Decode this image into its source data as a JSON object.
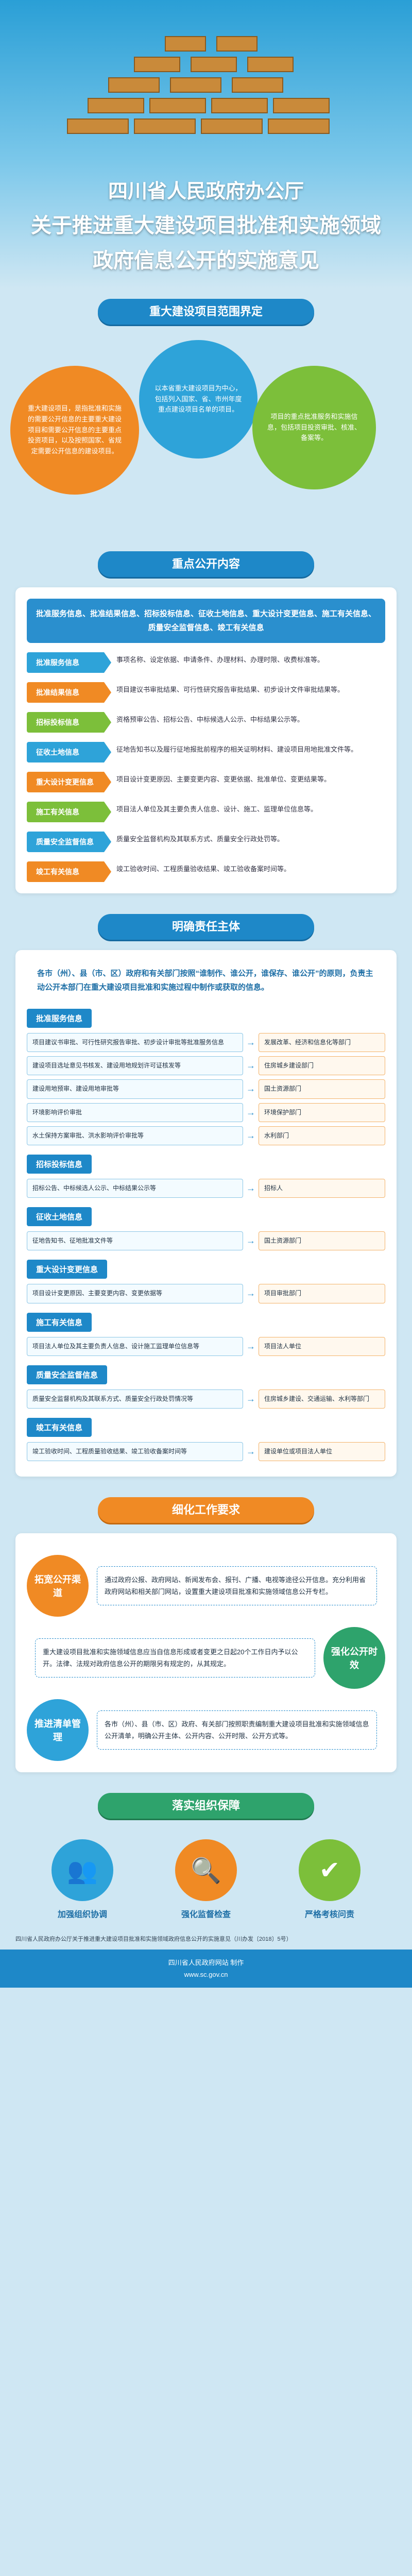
{
  "header": {
    "title_line1": "四川省人民政府办公厅",
    "title_line2": "关于推进重大建设项目批准和实施领域",
    "title_line3": "政府信息公开的实施意见"
  },
  "scope": {
    "banner": "重大建设项目范围界定",
    "bubble1": "重大建设项目，是指批准和实施的需要公开信息的主要重大建设项目和需要公开信息的主要重点投资项目，以及按照国家、省规定需要公开信息的建设项目。",
    "bubble2": "以本省重大建设项目为中心，包括列入国家、省、市州年度重点建设项目名单的项目。",
    "bubble3": "项目的重点批准服务和实施信息，包括项目投资审批、核准、备案等。"
  },
  "content": {
    "banner": "重点公开内容",
    "keywords": "批准服务信息、批准结果信息、招标投标信息、征收土地信息、重大设计变更信息、施工有关信息、质量安全监督信息、竣工有关信息",
    "items": [
      {
        "tag": "批准服务信息",
        "desc": "事项名称、设定依据、申请条件、办理材料、办理时限、收费标准等。"
      },
      {
        "tag": "批准结果信息",
        "desc": "项目建议书审批结果、可行性研究报告审批结果、初步设计文件审批结果等。"
      },
      {
        "tag": "招标投标信息",
        "desc": "资格预审公告、招标公告、中标候选人公示、中标结果公示等。"
      },
      {
        "tag": "征收土地信息",
        "desc": "征地告知书以及履行征地报批前程序的相关证明材料、建设项目用地批准文件等。"
      },
      {
        "tag": "重大设计变更信息",
        "desc": "项目设计变更原因、主要变更内容、变更依据、批准单位、变更结果等。"
      },
      {
        "tag": "施工有关信息",
        "desc": "项目法人单位及其主要负责人信息、设计、施工、监理单位信息等。"
      },
      {
        "tag": "质量安全监督信息",
        "desc": "质量安全监督机构及其联系方式、质量安全行政处罚等。"
      },
      {
        "tag": "竣工有关信息",
        "desc": "竣工验收时间、工程质量验收结果、竣工验收备案时间等。"
      }
    ]
  },
  "responsibility": {
    "banner": "明确责任主体",
    "intro": "各市（州）、县（市、区）政府和有关部门按照“谁制作、谁公开，谁保存、谁公开”的原则，负责主动公开本部门在重大建设项目批准和实施过程中制作或获取的信息。",
    "categories": [
      {
        "title": "批准服务信息",
        "rows": [
          {
            "content": "项目建议书审批、可行性研究报告审批、初步设计审批等批准服务信息",
            "unit": "发展改革、经济和信息化等部门"
          },
          {
            "content": "建设项目选址意见书核发、建设用地规划许可证核发等",
            "unit": "住房城乡建设部门"
          },
          {
            "content": "建设用地预审、建设用地审批等",
            "unit": "国土资源部门"
          },
          {
            "content": "环境影响评价审批",
            "unit": "环境保护部门"
          },
          {
            "content": "水土保持方案审批、洪水影响评价审批等",
            "unit": "水利部门"
          }
        ]
      },
      {
        "title": "招标投标信息",
        "rows": [
          {
            "content": "招标公告、中标候选人公示、中标结果公示等",
            "unit": "招标人"
          }
        ]
      },
      {
        "title": "征收土地信息",
        "rows": [
          {
            "content": "征地告知书、征地批准文件等",
            "unit": "国土资源部门"
          }
        ]
      },
      {
        "title": "重大设计变更信息",
        "rows": [
          {
            "content": "项目设计变更原因、主要变更内容、变更依据等",
            "unit": "项目审批部门"
          }
        ]
      },
      {
        "title": "施工有关信息",
        "rows": [
          {
            "content": "项目法人单位及其主要负责人信息、设计施工监理单位信息等",
            "unit": "项目法人单位"
          }
        ]
      },
      {
        "title": "质量安全监督信息",
        "rows": [
          {
            "content": "质量安全监督机构及其联系方式、质量安全行政处罚情况等",
            "unit": "住房城乡建设、交通运输、水利等部门"
          }
        ]
      },
      {
        "title": "竣工有关信息",
        "rows": [
          {
            "content": "竣工验收时间、工程质量验收结果、竣工验收备案时间等",
            "unit": "建设单位或项目法人单位"
          }
        ]
      }
    ]
  },
  "requirements": {
    "banner": "细化工作要求",
    "blocks": [
      {
        "circle": "拓宽公开渠道",
        "text": "通过政府公报、政府网站、新闻发布会、报刊、广播、电视等途径公开信息。充分利用省政府网站和相关部门网站，设置重大建设项目批准和实施领域信息公开专栏。"
      },
      {
        "circle": "强化公开时效",
        "text": "重大建设项目批准和实施领域信息应当自信息形成或者变更之日起20个工作日内予以公开。法律、法规对政府信息公开的期限另有规定的，从其规定。"
      },
      {
        "circle": "推进清单管理",
        "text": "各市（州）、县（市、区）政府、有关部门按照职责编制重大建设项目批准和实施领域信息公开清单，明确公开主体、公开内容、公开时限、公开方式等。"
      }
    ]
  },
  "guarantee": {
    "banner": "落实组织保障",
    "items": [
      {
        "icon": "people-icon",
        "symbol": "👥",
        "label": "加强组织协调"
      },
      {
        "icon": "magnifier-icon",
        "symbol": "🔍",
        "label": "强化监督检查"
      },
      {
        "icon": "check-icon",
        "symbol": "✔",
        "label": "严格考核问责"
      }
    ]
  },
  "footer": {
    "note": "四川省人民政府办公厅关于推进重大建设项目批准和实施领域政府信息公开的实施意见（川办发〔2018〕5号）",
    "line1": "四川省人民政府网站  制作",
    "line2": "www.sc.gov.cn"
  },
  "colors": {
    "primary": "#1e88c8",
    "orange": "#f08a24",
    "green": "#2ea36c",
    "sky": "#cfe7f3"
  }
}
